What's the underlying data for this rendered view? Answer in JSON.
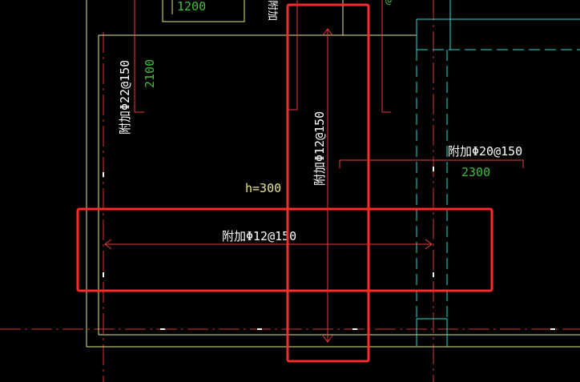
{
  "drawing": {
    "colors": {
      "background": "#000000",
      "wall": "#e6e68c",
      "rebar": "#e04040",
      "axis": "#cc3333",
      "cyan": "#33d6d6",
      "text_white": "#ffffff",
      "text_green": "#3fbf3f",
      "text_yellow": "#e6e68c",
      "highlight": "#ff2a2a"
    },
    "labels": {
      "top_length": "1200",
      "top_rebar_partial": "附加",
      "top_right_partial": "@",
      "left_rebar": "附加Φ22@150",
      "left_length": "2100",
      "center_vertical_rebar": "附加Φ12@150",
      "right_rebar": "附加Φ20@150",
      "right_length": "2300",
      "slab_thickness": "h=300",
      "horizontal_rebar": "附加Φ12@150"
    }
  }
}
